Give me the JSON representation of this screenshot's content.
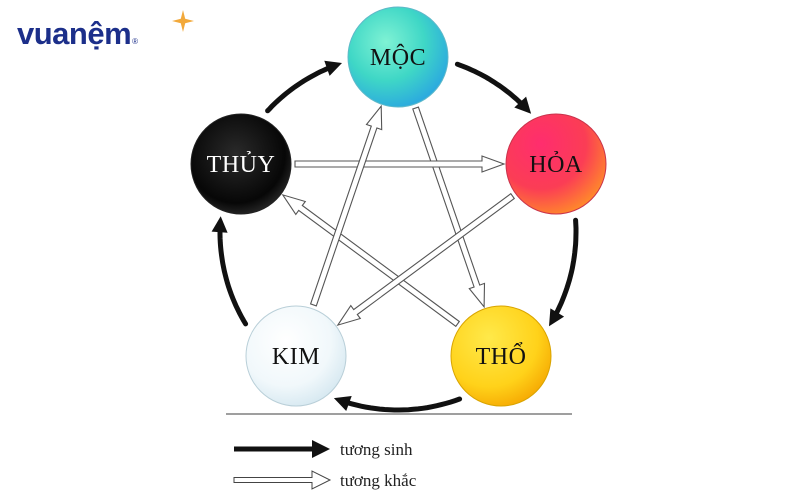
{
  "brand": {
    "name": "vuanệm",
    "registered_mark": "®",
    "star_color": "#f2a93b",
    "text_color": "#1c2f8a"
  },
  "elements": [
    {
      "id": "moc",
      "label": "MỘC"
    },
    {
      "id": "hoa",
      "label": "HỎA"
    },
    {
      "id": "tho",
      "label": "THỔ"
    },
    {
      "id": "kim",
      "label": "KIM"
    },
    {
      "id": "thuy",
      "label": "THỦY"
    }
  ],
  "relations": {
    "generating": [
      [
        "moc",
        "hoa"
      ],
      [
        "hoa",
        "tho"
      ],
      [
        "tho",
        "kim"
      ],
      [
        "kim",
        "thuy"
      ],
      [
        "thuy",
        "moc"
      ]
    ],
    "overcoming": [
      [
        "moc",
        "tho"
      ],
      [
        "tho",
        "thuy"
      ],
      [
        "thuy",
        "hoa"
      ],
      [
        "hoa",
        "kim"
      ],
      [
        "kim",
        "moc"
      ]
    ]
  },
  "legend": {
    "generating_label": "tương sinh",
    "overcoming_label": "tương khắc"
  }
}
